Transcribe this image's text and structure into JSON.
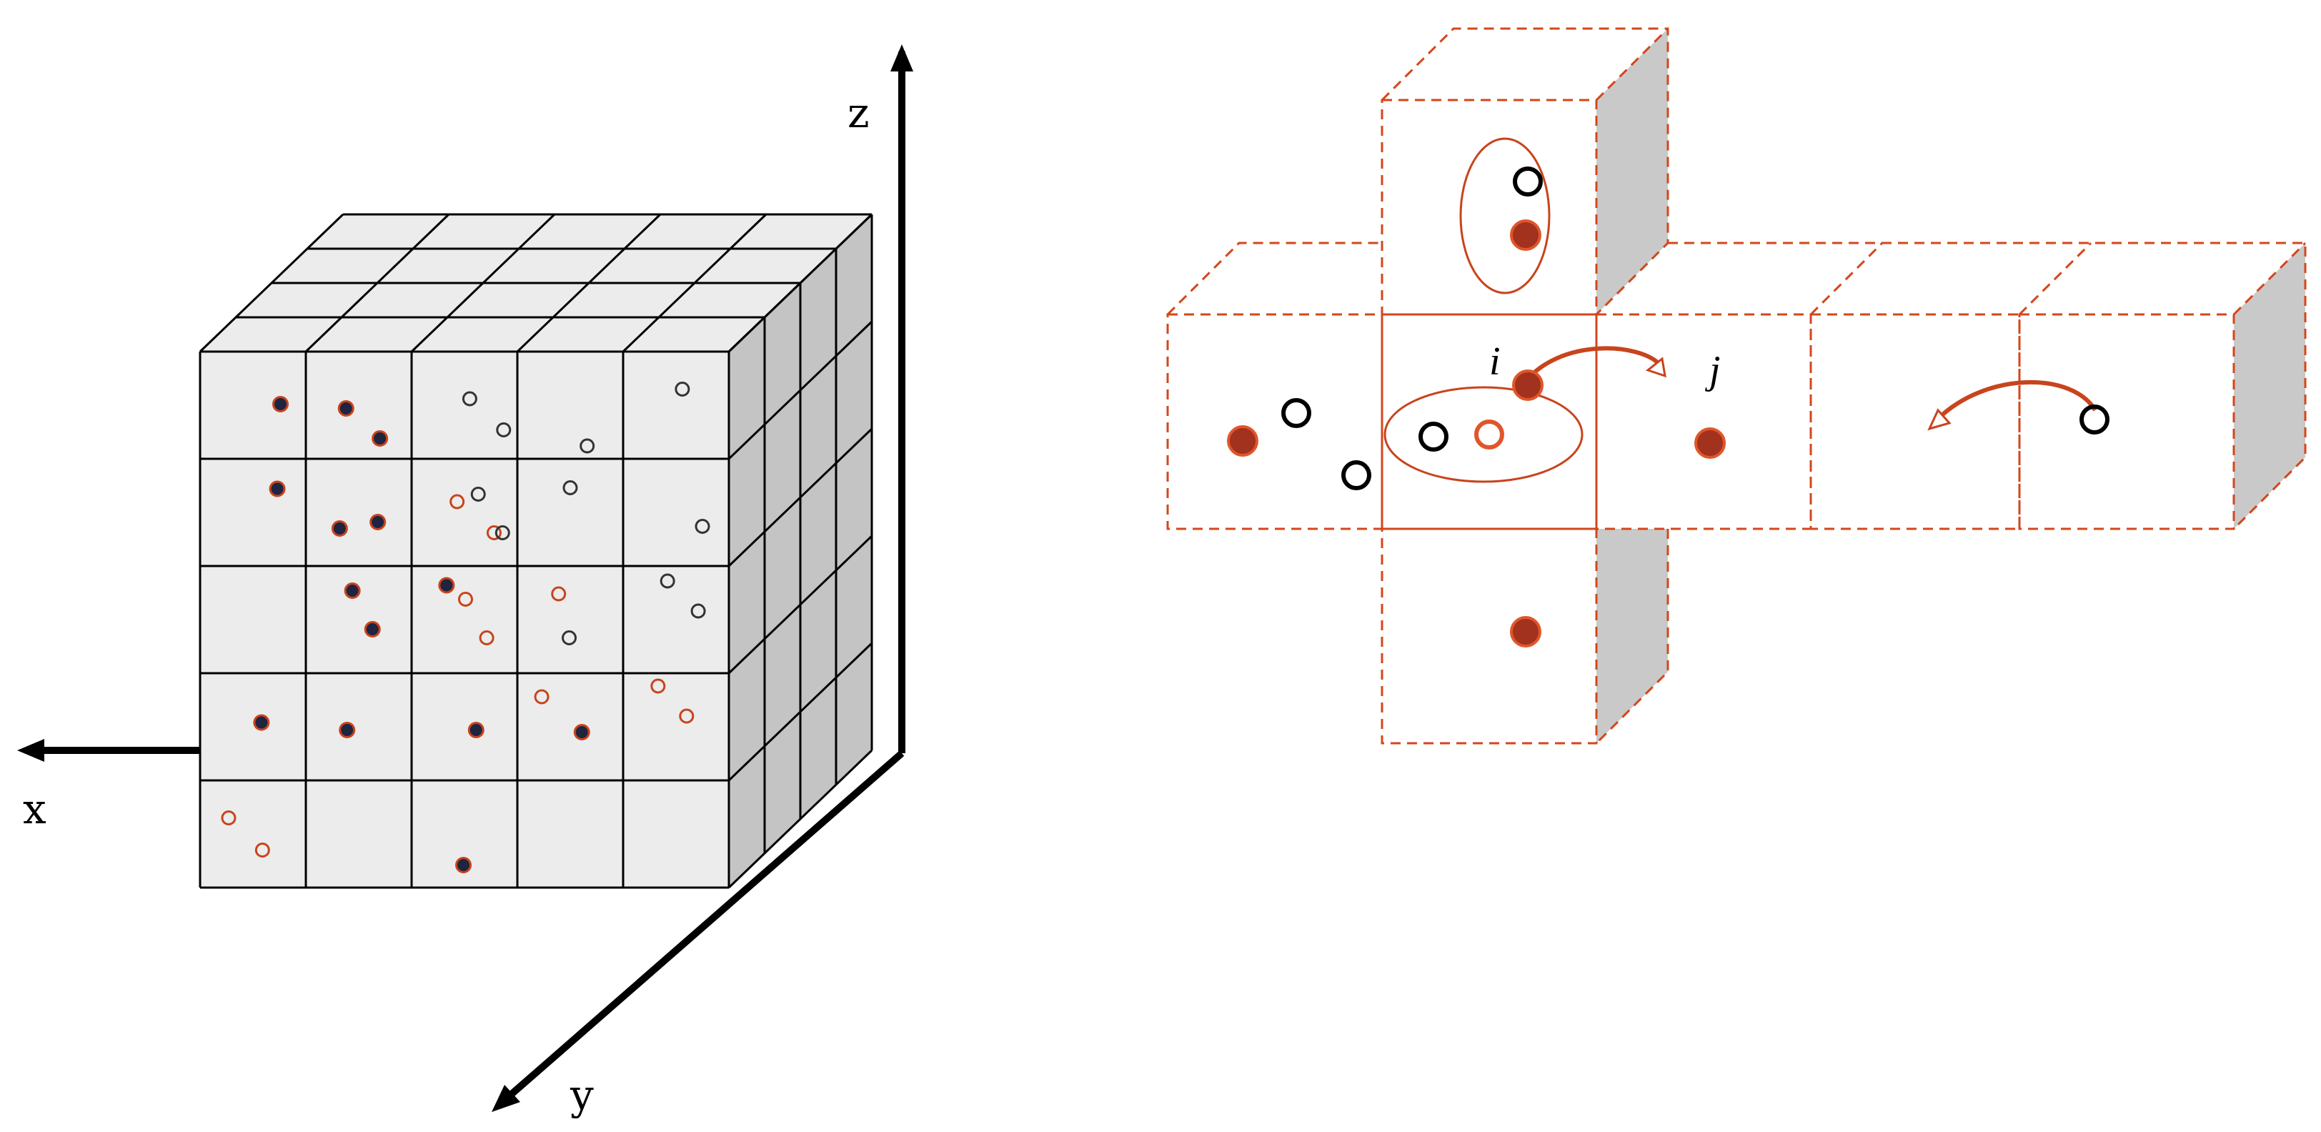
{
  "axes": {
    "x_label": "x",
    "y_label": "y",
    "z_label": "z"
  },
  "labels": {
    "cell_i": "i",
    "cell_j": "j"
  },
  "colors": {
    "cube_fill": "#ececec",
    "side_fill": "#c4c4c4",
    "grid_line": "#000000",
    "accent": "#c8441c",
    "solid_particle": "#a2311e",
    "particle_core": "#1f2440",
    "particle_empty": "#000000"
  },
  "grid": {
    "columns": 5,
    "rows": 5,
    "layers": 4
  },
  "particles": {
    "front_face": [
      {
        "col": 0,
        "row": 0,
        "type": "filled",
        "u": 0.76,
        "v": 0.49
      },
      {
        "col": 1,
        "row": 0,
        "type": "filled",
        "u": 0.38,
        "v": 0.53
      },
      {
        "col": 1,
        "row": 0,
        "type": "filled",
        "u": 0.7,
        "v": 0.81
      },
      {
        "col": 2,
        "row": 0,
        "type": "empty",
        "u": 0.55,
        "v": 0.44
      },
      {
        "col": 2,
        "row": 0,
        "type": "empty",
        "u": 0.87,
        "v": 0.73
      },
      {
        "col": 3,
        "row": 0,
        "type": "empty",
        "u": 0.66,
        "v": 0.88
      },
      {
        "col": 4,
        "row": 0,
        "type": "empty",
        "u": 0.56,
        "v": 0.35
      },
      {
        "col": 0,
        "row": 1,
        "type": "filled",
        "u": 0.73,
        "v": 0.28
      },
      {
        "col": 1,
        "row": 1,
        "type": "filled",
        "u": 0.32,
        "v": 0.65
      },
      {
        "col": 1,
        "row": 1,
        "type": "filled",
        "u": 0.68,
        "v": 0.59
      },
      {
        "col": 2,
        "row": 1,
        "type": "empty",
        "u": 0.63,
        "v": 0.33
      },
      {
        "col": 2,
        "row": 1,
        "type": "empty-orange",
        "u": 0.43,
        "v": 0.4
      },
      {
        "col": 2,
        "row": 1,
        "type": "empty-orange",
        "u": 0.78,
        "v": 0.69
      },
      {
        "col": 2,
        "row": 1,
        "type": "empty",
        "u": 0.86,
        "v": 0.69
      },
      {
        "col": 3,
        "row": 1,
        "type": "empty",
        "u": 0.5,
        "v": 0.27
      },
      {
        "col": 4,
        "row": 1,
        "type": "empty",
        "u": 0.75,
        "v": 0.63
      },
      {
        "col": 1,
        "row": 2,
        "type": "filled",
        "u": 0.44,
        "v": 0.23
      },
      {
        "col": 1,
        "row": 2,
        "type": "filled",
        "u": 0.63,
        "v": 0.59
      },
      {
        "col": 2,
        "row": 2,
        "type": "filled",
        "u": 0.33,
        "v": 0.18
      },
      {
        "col": 2,
        "row": 2,
        "type": "empty-orange",
        "u": 0.51,
        "v": 0.31
      },
      {
        "col": 2,
        "row": 2,
        "type": "empty-orange",
        "u": 0.71,
        "v": 0.67
      },
      {
        "col": 3,
        "row": 2,
        "type": "empty-orange",
        "u": 0.39,
        "v": 0.26
      },
      {
        "col": 3,
        "row": 2,
        "type": "empty",
        "u": 0.49,
        "v": 0.67
      },
      {
        "col": 4,
        "row": 2,
        "type": "empty",
        "u": 0.42,
        "v": 0.14
      },
      {
        "col": 4,
        "row": 2,
        "type": "empty",
        "u": 0.71,
        "v": 0.42
      },
      {
        "col": 0,
        "row": 3,
        "type": "filled",
        "u": 0.58,
        "v": 0.46
      },
      {
        "col": 1,
        "row": 3,
        "type": "filled",
        "u": 0.39,
        "v": 0.53
      },
      {
        "col": 2,
        "row": 3,
        "type": "filled",
        "u": 0.61,
        "v": 0.53
      },
      {
        "col": 3,
        "row": 3,
        "type": "empty-orange",
        "u": 0.23,
        "v": 0.22
      },
      {
        "col": 3,
        "row": 3,
        "type": "filled",
        "u": 0.61,
        "v": 0.55
      },
      {
        "col": 4,
        "row": 3,
        "type": "empty-orange",
        "u": 0.33,
        "v": 0.12
      },
      {
        "col": 4,
        "row": 3,
        "type": "empty-orange",
        "u": 0.6,
        "v": 0.4
      },
      {
        "col": 0,
        "row": 4,
        "type": "empty-orange",
        "u": 0.27,
        "v": 0.35
      },
      {
        "col": 0,
        "row": 4,
        "type": "empty-orange",
        "u": 0.59,
        "v": 0.65
      },
      {
        "col": 2,
        "row": 4,
        "type": "filled",
        "u": 0.49,
        "v": 0.79
      }
    ],
    "net": [
      {
        "box": "top",
        "type": "solid",
        "u": 0.67,
        "v": 0.63
      },
      {
        "box": "top",
        "type": "empty",
        "u": 0.68,
        "v": 0.38
      },
      {
        "box": "left",
        "type": "solid",
        "u": 0.35,
        "v": 0.59
      },
      {
        "box": "left",
        "type": "empty",
        "u": 0.6,
        "v": 0.46
      },
      {
        "box": "left",
        "type": "empty",
        "u": 0.88,
        "v": 0.75
      },
      {
        "box": "center",
        "type": "solid",
        "u": 0.68,
        "v": 0.33
      },
      {
        "box": "center",
        "type": "empty",
        "u": 0.24,
        "v": 0.57
      },
      {
        "box": "center",
        "type": "empty-orange",
        "u": 0.5,
        "v": 0.56
      },
      {
        "box": "right1",
        "type": "solid",
        "u": 0.53,
        "v": 0.6
      },
      {
        "box": "right3",
        "type": "empty",
        "u": 0.35,
        "v": 0.49
      },
      {
        "box": "bottom",
        "type": "solid",
        "u": 0.67,
        "v": 0.48
      }
    ]
  }
}
